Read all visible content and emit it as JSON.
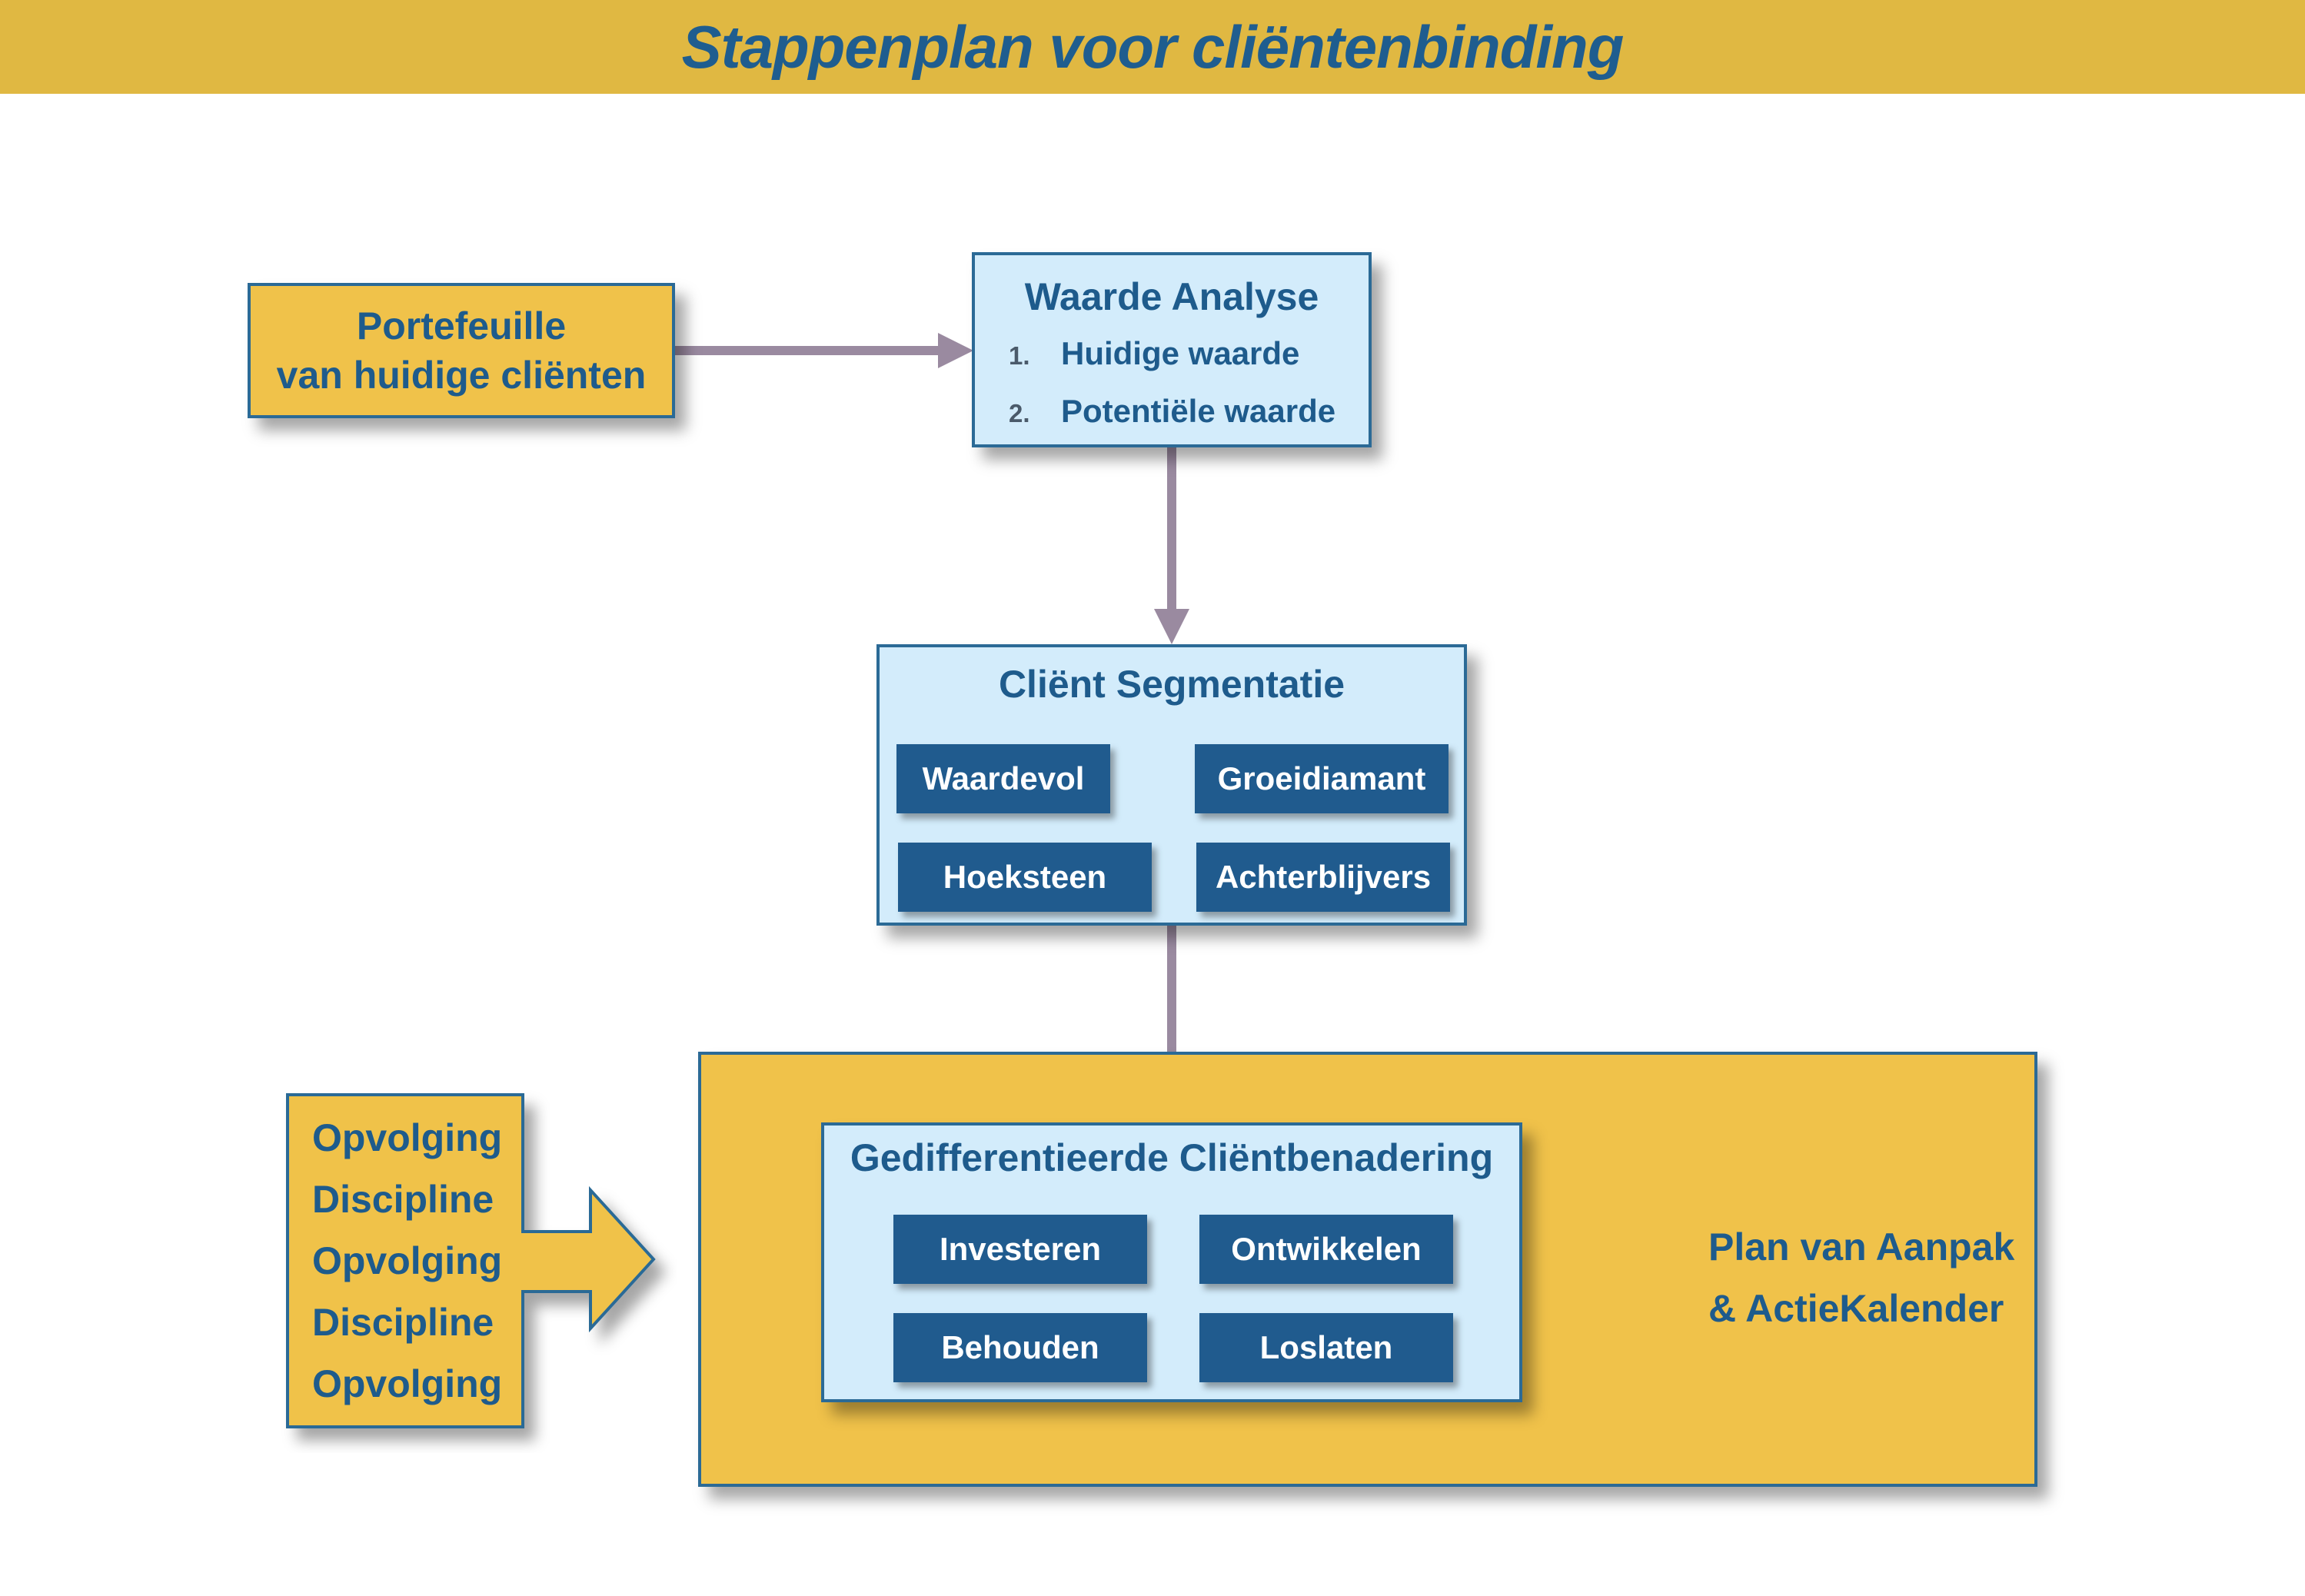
{
  "header": {
    "title": "Stappenplan voor cliëntenbinding"
  },
  "portfolio": {
    "line1": "Portefeuille",
    "line2": "van huidige cliënten"
  },
  "waarde": {
    "title": "Waarde Analyse",
    "items": [
      {
        "num": "1.",
        "label": "Huidige waarde"
      },
      {
        "num": "2.",
        "label": "Potentiële waarde"
      }
    ]
  },
  "segmentatie": {
    "title": "Cliënt Segmentatie",
    "segments": [
      "Waardevol",
      "Groeidiamant",
      "Hoeksteen",
      "Achterblijvers"
    ]
  },
  "benadering": {
    "title": "Gedifferentieerde Cliëntbenadering",
    "actions": [
      "Investeren",
      "Ontwikkelen",
      "Behouden",
      "Loslaten"
    ]
  },
  "plan": {
    "line1": "Plan van Aanpak",
    "line2": "&  ActieKalender"
  },
  "followup": {
    "words": [
      "Opvolging",
      "Discipline",
      "Opvolging",
      "Discipline",
      "Opvolging"
    ]
  },
  "colors": {
    "header_bg": "#e0b842",
    "title_text": "#1f5d8f",
    "yellow_box": "#f0c24a",
    "blue_box": "#d3ecfb",
    "box_border": "#2b6a96",
    "pill": "#205b8e",
    "connector": "#9a8aa0"
  }
}
